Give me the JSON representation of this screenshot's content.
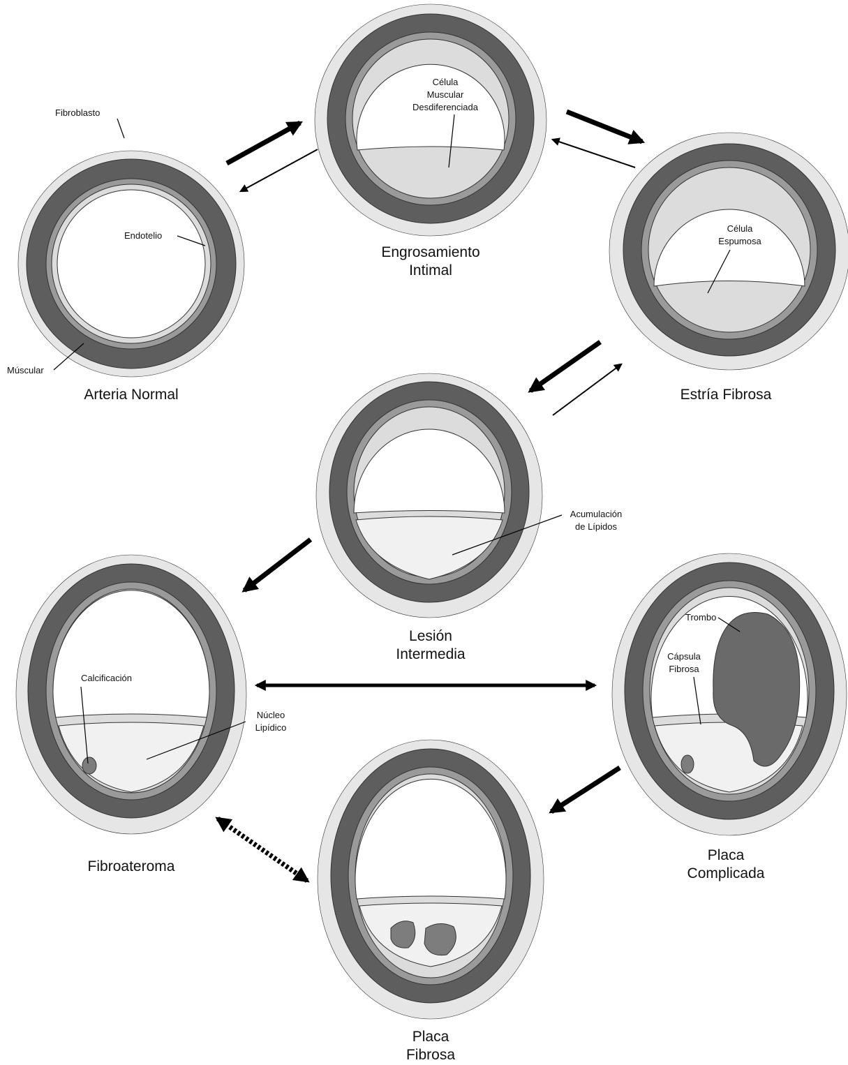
{
  "colors": {
    "background": "#ffffff",
    "adventitia": "#e6e6e6",
    "muscle_outer": "#5e5e5e",
    "muscle_inner": "#9a9a9a",
    "intima": "#dcdcdc",
    "lumen": "#ffffff",
    "lesion": "#f1f1f1",
    "thrombus": "#6a6a6a",
    "calcification": "#7d7d7d",
    "arrow": "#000000"
  },
  "stages": {
    "normal": {
      "title_lines": [
        "Arteria Normal"
      ]
    },
    "intimal": {
      "title_lines": [
        "Engrosamiento",
        "Intimal"
      ]
    },
    "fatty": {
      "title_lines": [
        "Estría Fibrosa"
      ]
    },
    "intermediate": {
      "title_lines": [
        "Lesión",
        "Intermedia"
      ]
    },
    "fibroatheroma": {
      "title_lines": [
        "Fibroateroma"
      ]
    },
    "complicated": {
      "title_lines": [
        "Placa",
        "Complicada"
      ]
    },
    "fibrous": {
      "title_lines": [
        "Placa",
        "Fibrosa"
      ]
    }
  },
  "annotations": {
    "fibroblasto": {
      "lines": [
        "Fibroblasto"
      ]
    },
    "endotelio": {
      "lines": [
        "Endotelio"
      ]
    },
    "muscular": {
      "lines": [
        "Múscular"
      ]
    },
    "celula_muscular": {
      "lines": [
        "Célula",
        "Muscular",
        "Desdiferenciada"
      ]
    },
    "celula_espumosa": {
      "lines": [
        "Célula",
        "Espumosa"
      ]
    },
    "acumulacion": {
      "lines": [
        "Acumulación",
        "de Lípidos"
      ]
    },
    "calcificacion": {
      "lines": [
        "Calcificación"
      ]
    },
    "nucleo": {
      "lines": [
        "Núcleo",
        "Lipídico"
      ]
    },
    "trombo": {
      "lines": [
        "Trombo"
      ]
    },
    "capsula": {
      "lines": [
        "Cápsula",
        "Fibrosa"
      ]
    }
  }
}
